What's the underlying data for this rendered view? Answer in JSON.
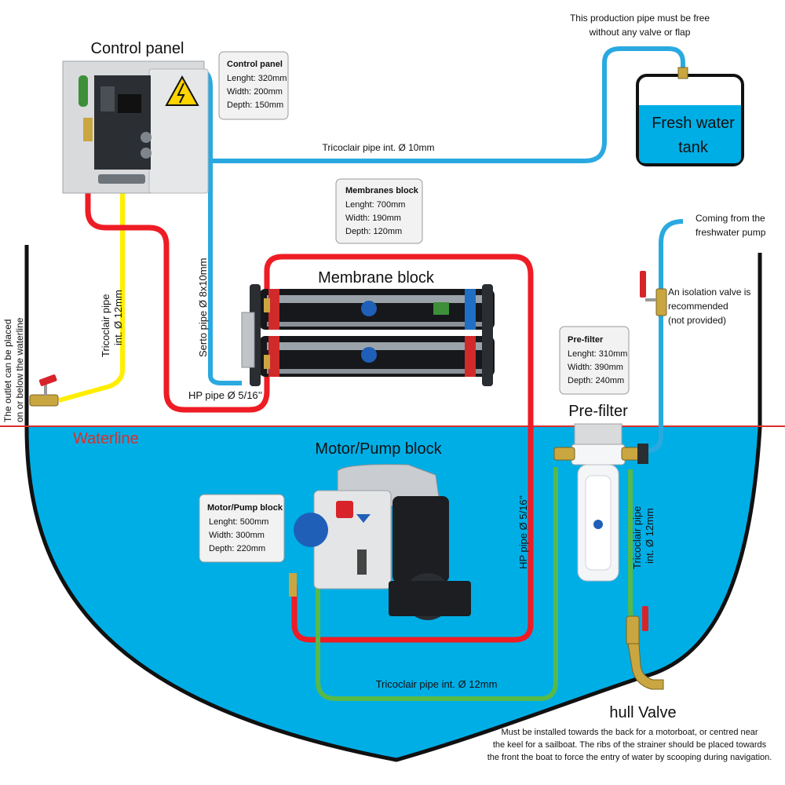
{
  "colors": {
    "sea": "#00aee6",
    "freshwater_pipe": "#2aa9e0",
    "hp_pipe": "#ee1c24",
    "intake_pipe": "#57b947",
    "overflow_pipe": "#ffee00",
    "waterline": "#d9302a",
    "hull": "#111111"
  },
  "control_panel": {
    "title": "Control panel",
    "info": {
      "heading": "Control panel",
      "lines": [
        "Lenght: 320mm",
        "Width: 200mm",
        "Depth: 150mm"
      ]
    }
  },
  "membranes": {
    "title": "Membrane block",
    "info": {
      "heading": "Membranes block",
      "lines": [
        "Lenght: 700mm",
        "Width: 190mm",
        "Depth: 120mm"
      ]
    }
  },
  "motor_pump": {
    "title": "Motor/Pump block",
    "info": {
      "heading": "Motor/Pump block",
      "lines": [
        "Lenght: 500mm",
        "Width: 300mm",
        "Depth: 220mm"
      ]
    }
  },
  "prefilter": {
    "title": "Pre-filter",
    "info": {
      "heading": "Pre-filter",
      "lines": [
        "Lenght: 310mm",
        "Width: 390mm",
        "Depth: 240mm"
      ]
    }
  },
  "tank": {
    "label_line1": "Fresh water",
    "label_line2": "tank",
    "note_line1": "This production pipe must be free",
    "note_line2": "without any valve or flap"
  },
  "pipes": {
    "tricoclair_10": "Tricoclair pipe int. Ø 10mm",
    "serto": "Serto pipe Ø 8x10mm",
    "tricoclair_12_left_line1": "Tricoclair pipe",
    "tricoclair_12_left_line2": "int. Ø 12mm",
    "hp_left": "HP pipe Ø 5/16’’",
    "hp_right": "HP pipe Ø 5/16’’",
    "tricoclair_12_bottom": "Tricoclair pipe int. Ø 12mm",
    "tricoclair_12_right_line1": "Tricoclair pipe",
    "tricoclair_12_right_line2": "int. Ø 12mm"
  },
  "freshwater_pump": {
    "line1": "Coming from the",
    "line2": "freshwater pump"
  },
  "isolation_valve": {
    "line1": "An isolation valve is",
    "line2": "recommended",
    "line3": "(not provided)"
  },
  "outlet": {
    "line1": "The outlet can be placed",
    "line2": "on or below the waterline"
  },
  "waterline": "Waterline",
  "hull_valve": {
    "title": "hull Valve",
    "desc_line1": "Must be installed towards the back for a motorboat, or centred near",
    "desc_line2": "the keel for a sailboat. The ribs of the strainer should be placed towards",
    "desc_line3": "the front the boat to force the entry of water by scooping during navigation."
  }
}
